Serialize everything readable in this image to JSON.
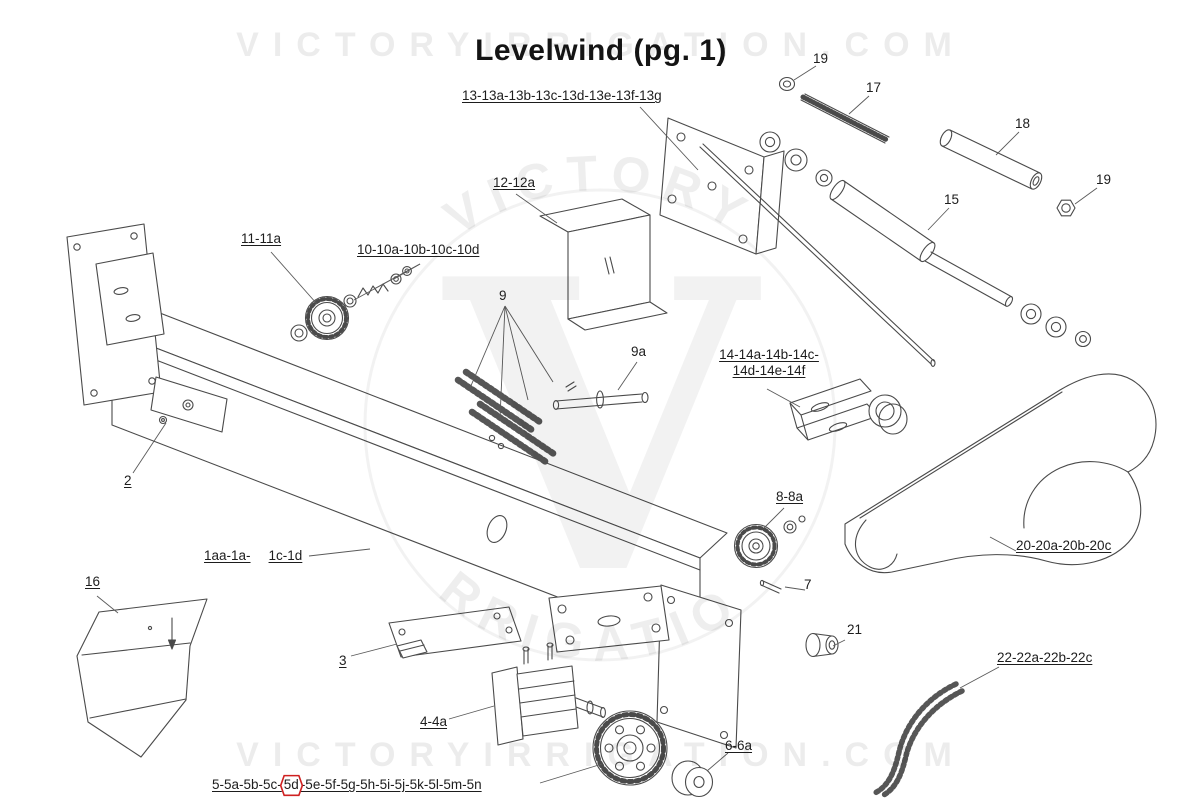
{
  "title": "Levelwind (pg. 1)",
  "watermark": {
    "top": "VICTORYIRRIGATION.COM",
    "bottom": "VICTORYIRRIGATION.COM",
    "monogram": "V",
    "arc_top": "VICTORY",
    "arc_bottom": "IRRIGATION"
  },
  "highlight": {
    "part": "5d",
    "color": "#cf2020"
  },
  "labels": {
    "l13": "13-13a-13b-13c-13d-13e-13f-13g",
    "l19a": "19",
    "l17": "17",
    "l18": "18",
    "l19b": "19",
    "l15": "15",
    "l12": "12-12a",
    "l11": "11-11a",
    "l10": "10-10a-10b-10c-10d",
    "l9": "9",
    "l9a": "9a",
    "l14a": "14-14a-14b-14c-",
    "l14b": "14d-14e-14f",
    "l2": "2",
    "l8": "8-8a",
    "l1a": "1aa-1a-",
    "l1b": "1c-1d",
    "l16": "16",
    "l20": "20-20a-20b-20c",
    "l7": "7",
    "l21": "21",
    "l22": "22-22a-22b-22c",
    "l3": "3",
    "l4": "4-4a",
    "l6": "6-6a",
    "l5a": "5-5a-5b-5c-",
    "l5b": "5d",
    "l5c": "-5e-5f-5g-5h-5i-5j-5k-5l-5m-5n"
  }
}
